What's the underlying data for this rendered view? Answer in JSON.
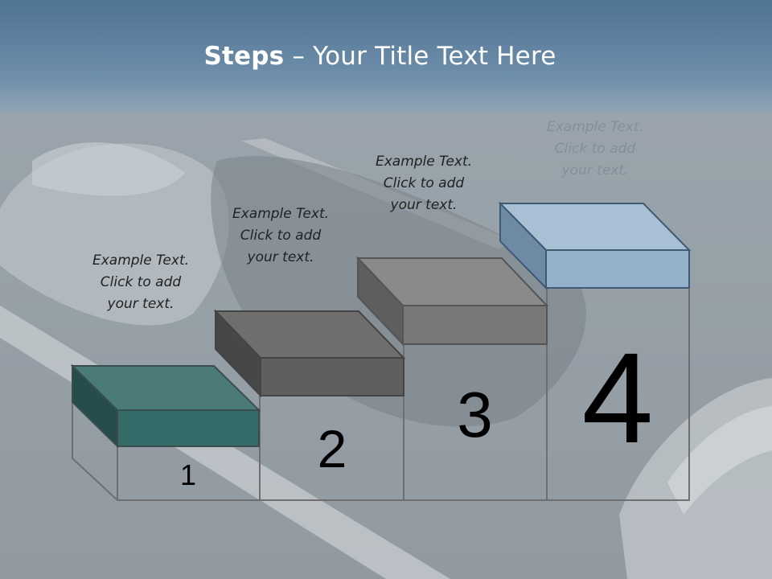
{
  "slide": {
    "title_bold": "Steps",
    "title_rest": " – Your Title Text Here"
  },
  "steps": [
    {
      "number": "1",
      "text": "Example Text.\nClick  to add\nyour text.",
      "color": "#2d5f5c"
    },
    {
      "number": "2",
      "text": "Example Text.\nClick  to add\nyour text.",
      "color": "#5a5a5a"
    },
    {
      "number": "3",
      "text": "Example Text.\nClick  to add\nyour text.",
      "color": "#6b6b6b"
    },
    {
      "number": "4",
      "text": "Example Text.\nClick  to add\nyour text.",
      "color": "#8eaac4"
    }
  ]
}
